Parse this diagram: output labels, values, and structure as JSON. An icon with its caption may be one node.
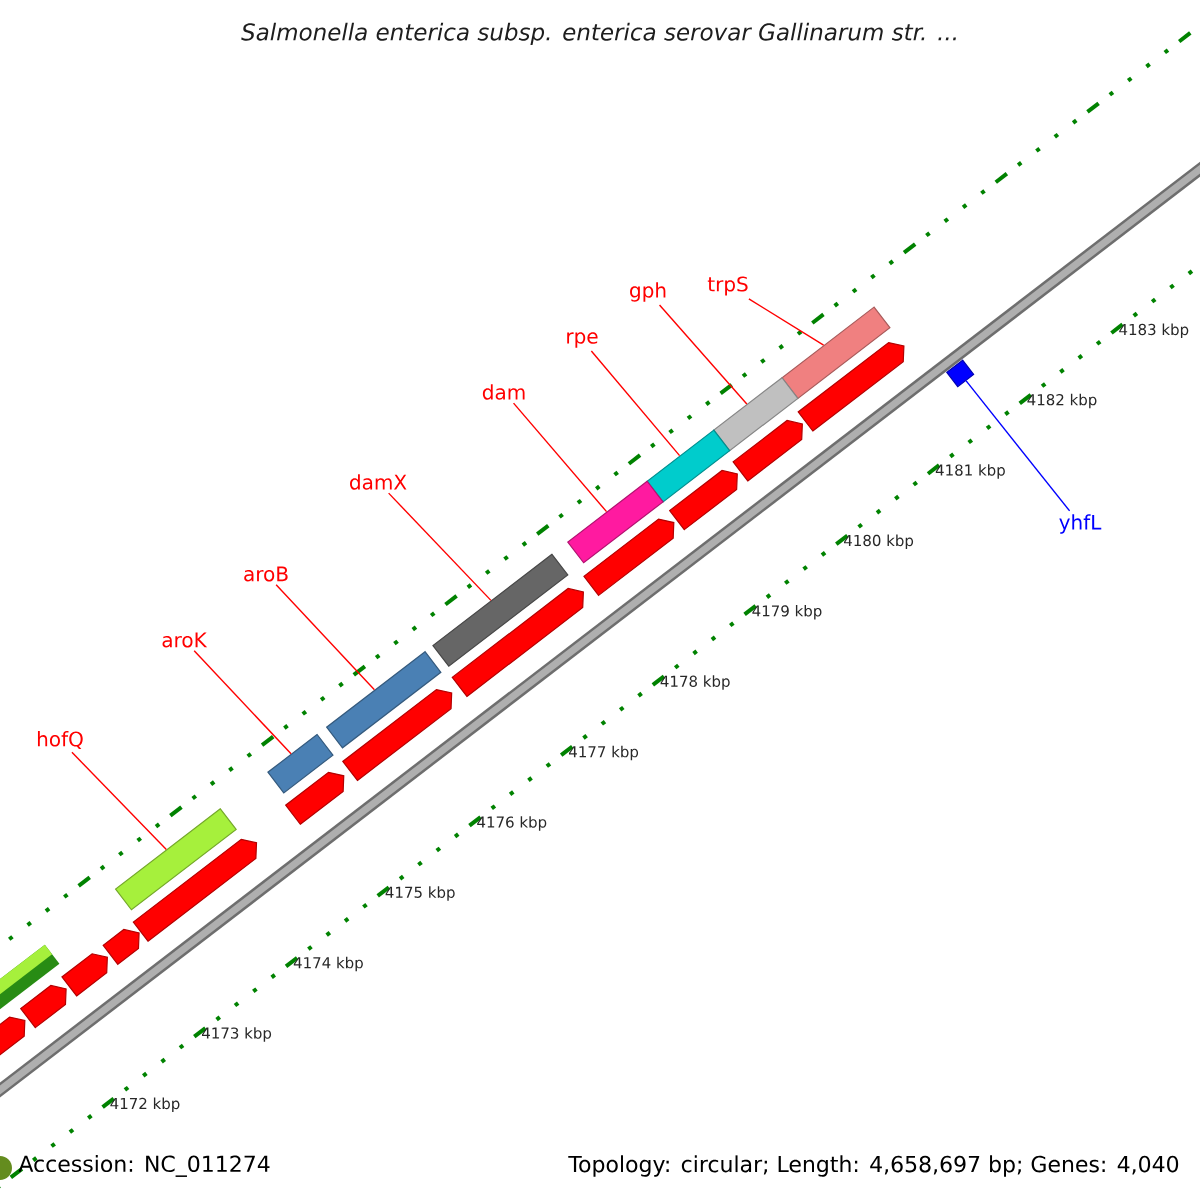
{
  "diagram": {
    "title": "*Salmonella enterica* subsp. *enterica* serovar *Gallinarum* str. ...",
    "nodes": [
      {
        "text": [
          "trpS"
        ]
      },
      {
        "text": [
          "gph"
        ]
      },
      {
        "text": [
          "rpe"
        ]
      },
      {
        "text": [
          "dam"
        ]
      },
      {
        "text": [
          "damX"
        ]
      },
      {
        "text": [
          "aroB"
        ]
      },
      {
        "text": [
          "aroK"
        ]
      },
      {
        "text": [
          "hofQ"
        ]
      },
      {
        "text": [
          "yhfL"
        ]
      },
      {
        "text": [],
        "shape": "bar"
      },
      {
        "text": [],
        "shape": "bar"
      },
      {
        "text": [],
        "shape": "bar"
      },
      {
        "text": [],
        "shape": "bar"
      },
      {
        "text": [],
        "shape": "bar"
      },
      {
        "text": [],
        "shape": "bar"
      },
      {
        "text": [],
        "shape": "bar"
      },
      {
        "text": [],
        "shape": "bar"
      },
      {
        "text": [],
        "shape": "bar"
      }
    ],
    "edges": [
      {
        "from": 0,
        "to": 9,
        "arrow": "none"
      },
      {
        "from": 1,
        "to": 10,
        "arrow": "none"
      },
      {
        "from": 2,
        "to": 11,
        "arrow": "none"
      },
      {
        "from": 3,
        "to": 12,
        "arrow": "none"
      },
      {
        "from": 4,
        "to": 13,
        "arrow": "none"
      },
      {
        "from": 5,
        "to": 14,
        "arrow": "none"
      },
      {
        "from": 6,
        "to": 15,
        "arrow": "none"
      },
      {
        "from": 7,
        "to": 16,
        "arrow": "none"
      },
      {
        "from": 8,
        "to": 17,
        "arrow": "none",
        "color": "#0000ff"
      }
    ],
    "labels": [
      "4183 kbp",
      "4182 kbp",
      "4181 kbp",
      "4180 kbp",
      "4179 kbp",
      "4178 kbp",
      "4177 kbp",
      "4176 kbp",
      "4175 kbp",
      "4174 kbp",
      "4173 kbp",
      "4172 kbp",
      "Accession: NC_011274",
      "Topology: circular; Length: 4,658,697 bp; Genes: 4,040"
    ]
  }
}
